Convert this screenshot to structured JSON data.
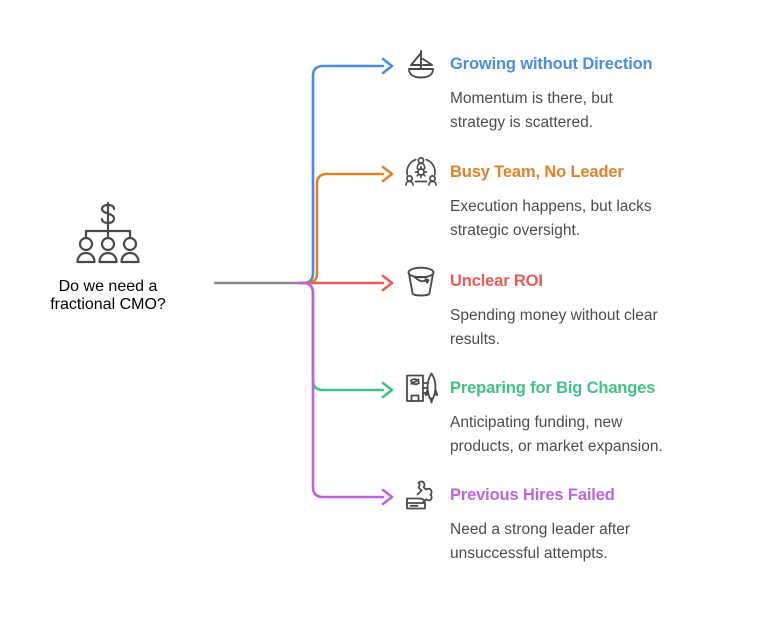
{
  "diagram": {
    "type": "mind-map",
    "background": "#ffffff",
    "trunk_color": "#8a8a8a",
    "root": {
      "label_line1": "Do we need a",
      "label_line2": "fractional CMO?",
      "label_color": "#3d3d3d",
      "icon": "org-chart-dollar-icon",
      "icon_color": "#4a4a4a"
    },
    "branches": [
      {
        "id": "growing-without-direction",
        "title": "Growing without Direction",
        "desc_line1": "Momentum is there, but",
        "desc_line2": "strategy is scattered.",
        "color": "#4a8ce8",
        "icon": "sailboat-icon"
      },
      {
        "id": "busy-team-no-leader",
        "title": "Busy Team, No Leader",
        "desc_line1": "Execution happens, but lacks",
        "desc_line2": "strategic oversight.",
        "color": "#e08229",
        "icon": "team-gear-icon"
      },
      {
        "id": "unclear-roi",
        "title": "Unclear ROI",
        "desc_line1": "Spending money without clear",
        "desc_line2": "results.",
        "color": "#ee5b52",
        "icon": "bucket-icon"
      },
      {
        "id": "preparing-for-big-changes",
        "title": "Preparing for Big Changes",
        "desc_line1": "Anticipating funding, new",
        "desc_line2": "products, or market expansion.",
        "color": "#41c185",
        "icon": "building-rocket-icon"
      },
      {
        "id": "previous-hires-failed",
        "title": "Previous Hires Failed",
        "desc_line1": "Need a strong leader after",
        "desc_line2": "unsuccessful attempts.",
        "color": "#c062e0",
        "icon": "puzzle-hand-icon"
      }
    ]
  }
}
